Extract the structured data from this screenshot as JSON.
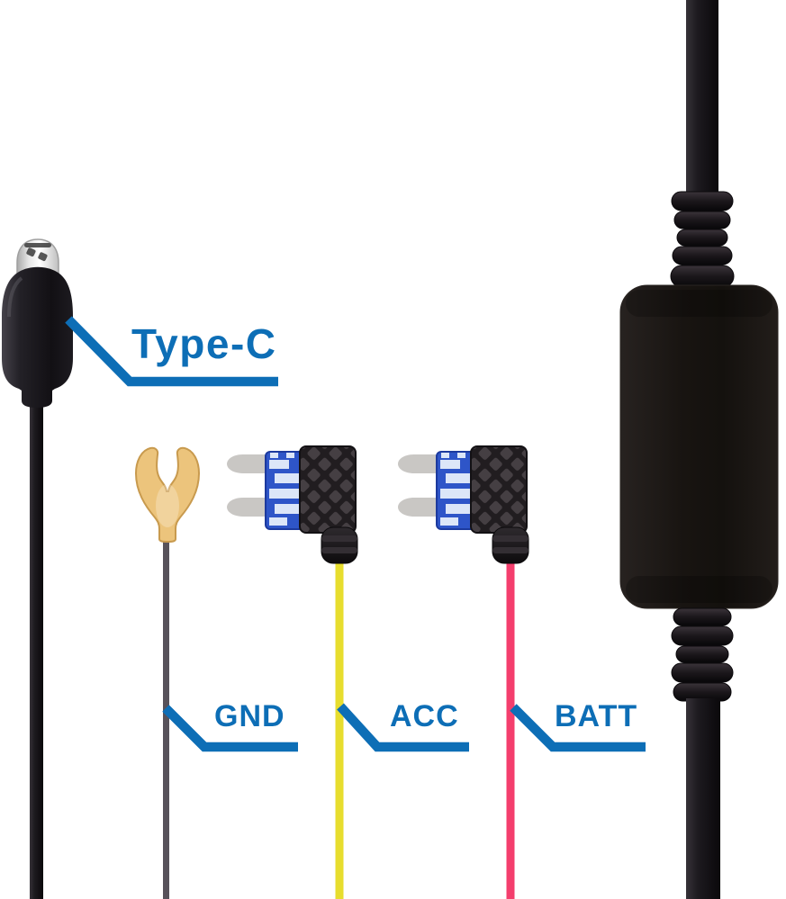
{
  "annotations": {
    "connector_label": "Type-C",
    "gnd_label": "GND",
    "acc_label": "ACC",
    "batt_label": "BATT"
  },
  "colors": {
    "annotation_blue": "#0d6eb6",
    "acc_wire_yellow": "#e7dd2e",
    "batt_wire_pink": "#f43e6d",
    "gnd_wire_gray": "#57525a",
    "terminal_gold": "#ecc47c",
    "fuse_blue": "#2e55c8",
    "cable_black": "#1a171b",
    "connector_metal_silver": "#e9e9e9"
  }
}
